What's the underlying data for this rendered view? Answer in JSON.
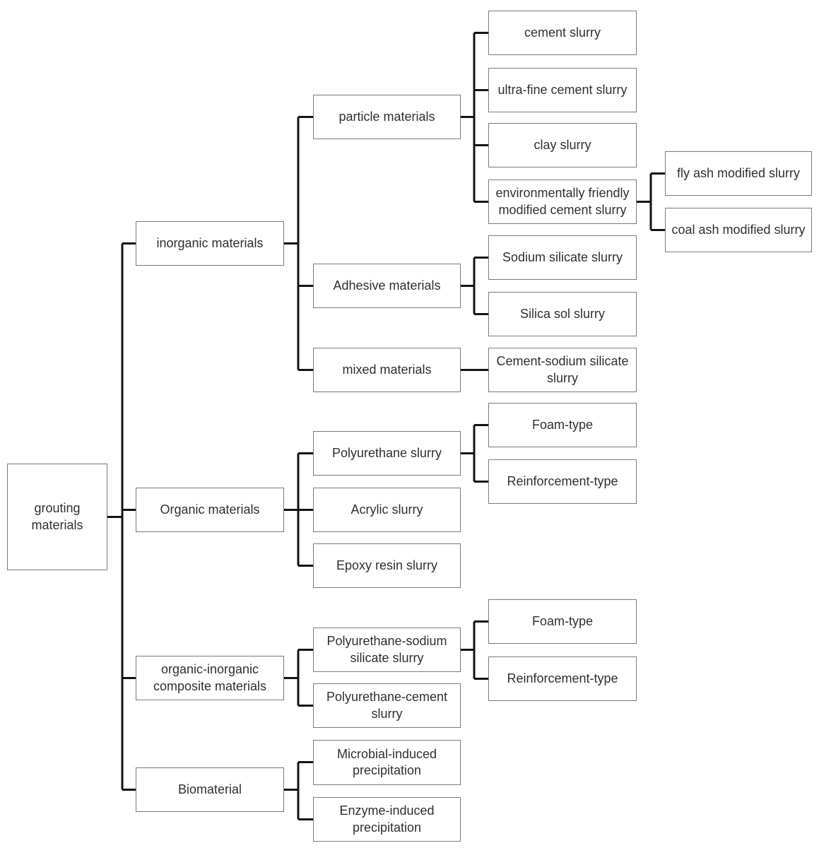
{
  "colors": {
    "background": "#ffffff",
    "box_border": "#7b7b7b",
    "connector_line": "#141414",
    "text": "#303030"
  },
  "tree": {
    "label": "grouting\nmaterials",
    "children": [
      {
        "label": "inorganic materials",
        "children": [
          {
            "label": "particle materials",
            "children": [
              {
                "label": "cement slurry"
              },
              {
                "label": "ultra-fine cement slurry"
              },
              {
                "label": "clay slurry"
              },
              {
                "label": "environmentally friendly\nmodified cement slurry",
                "children": [
                  {
                    "label": "fly ash modified slurry"
                  },
                  {
                    "label": "coal ash modified slurry"
                  }
                ]
              }
            ]
          },
          {
            "label": "Adhesive materials",
            "children": [
              {
                "label": "Sodium silicate slurry"
              },
              {
                "label": "Silica sol slurry"
              }
            ]
          },
          {
            "label": "mixed materials",
            "children": [
              {
                "label": "Cement-sodium silicate\nslurry"
              }
            ]
          }
        ]
      },
      {
        "label": "Organic materials",
        "children": [
          {
            "label": "Polyurethane slurry",
            "children": [
              {
                "label": "Foam-type"
              },
              {
                "label": "Reinforcement-type"
              }
            ]
          },
          {
            "label": "Acrylic slurry"
          },
          {
            "label": "Epoxy resin slurry"
          }
        ]
      },
      {
        "label": "organic-inorganic\ncomposite materials",
        "children": [
          {
            "label": "Polyurethane-sodium\nsilicate slurry",
            "children": [
              {
                "label": "Foam-type"
              },
              {
                "label": "Reinforcement-type"
              }
            ]
          },
          {
            "label": "Polyurethane-cement\nslurry"
          }
        ]
      },
      {
        "label": "Biomaterial",
        "children": [
          {
            "label": "Microbial-induced\nprecipitation"
          },
          {
            "label": "Enzyme-induced\nprecipitation"
          }
        ]
      }
    ]
  }
}
